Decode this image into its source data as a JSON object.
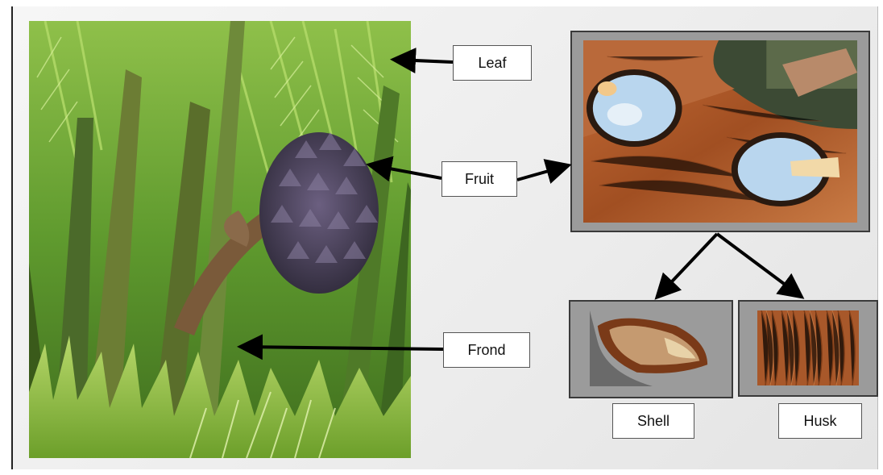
{
  "labels": {
    "leaf": "Leaf",
    "fruit": "Fruit",
    "frond": "Frond",
    "shell": "Shell",
    "husk": "Husk"
  },
  "colors": {
    "frame_border": "#3a3a3a",
    "arrow": "#000000",
    "foliage": "#4f8a2a",
    "fruit_purple": "#4a3e5e",
    "husk_brown": "#a8582a",
    "endosperm": "#b9d6ee"
  }
}
